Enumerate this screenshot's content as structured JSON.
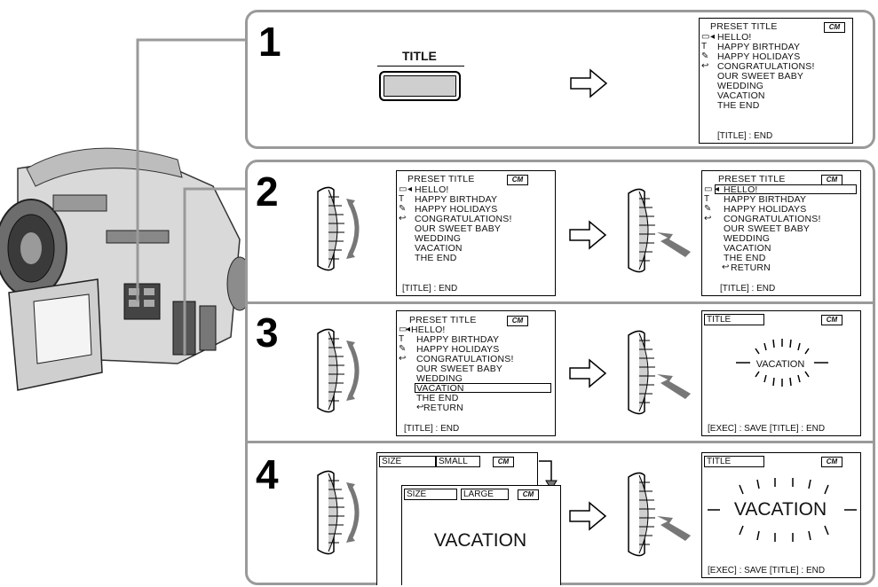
{
  "steps": [
    {
      "number": "1"
    },
    {
      "number": "2"
    },
    {
      "number": "3"
    },
    {
      "number": "4"
    }
  ],
  "title_button": {
    "label": "TITLE"
  },
  "menu": {
    "header": "PRESET TITLE",
    "cassette_icon": "CM",
    "items": [
      "HELLO!",
      "HAPPY BIRTHDAY",
      "HAPPY HOLIDAYS",
      "CONGRATULATIONS!",
      "OUR SWEET BABY",
      "WEDDING",
      "VACATION",
      "THE END"
    ],
    "return_label": "RETURN",
    "footer": "[TITLE] : END"
  },
  "title_screen": {
    "label": "TITLE",
    "text": "VACATION",
    "footer": "[EXEC] : SAVE  [TITLE] : END"
  },
  "size_screen": {
    "size_label": "SIZE",
    "small_value": "SMALL",
    "large_value": "LARGE",
    "preview_text": "VACATION"
  },
  "icons": {
    "selector": "triangle-left-icon",
    "return": "return-arrow-icon",
    "next": "hollow-arrow-right-icon"
  }
}
